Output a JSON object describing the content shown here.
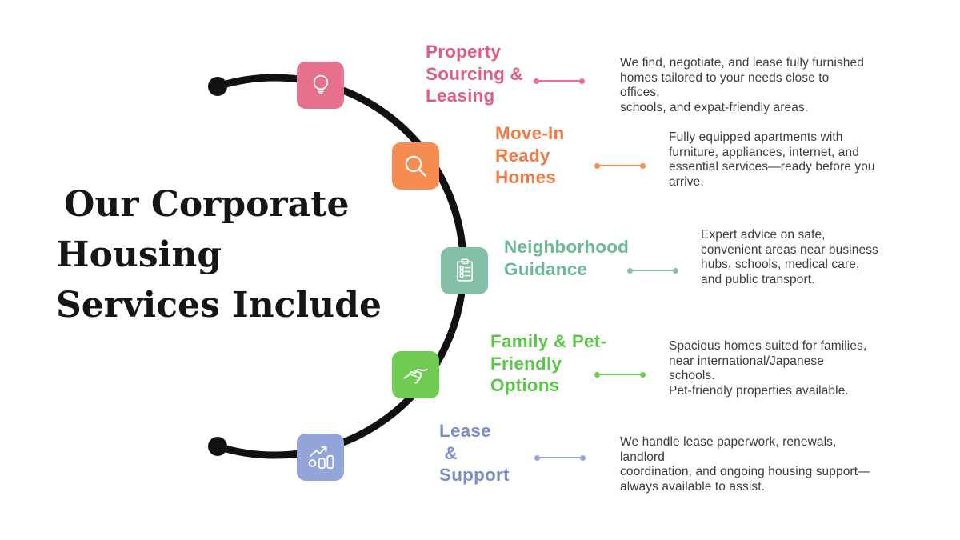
{
  "page": {
    "background": "#ffffff"
  },
  "title": {
    "text": "Our Corporate\nHousing\nServices Include",
    "color": "#161616"
  },
  "arc": {
    "color": "#111111"
  },
  "items": [
    {
      "label": "Property\nSourcing &\nLeasing",
      "label_color": "#e25e81",
      "icon": "lightbulb-icon",
      "icon_color": "#e5718d",
      "description": "We find, negotiate, and lease fully furnished\nhomes tailored to your needs close to offices,\nschools, and expat-friendly areas."
    },
    {
      "label": "Move-In\nReady\nHomes",
      "label_color": "#ee7b45",
      "icon": "magnifier-icon",
      "icon_color": "#f68c52",
      "description": "Fully equipped apartments with\nfurniture, appliances, internet, and\nessential services—ready before you\narrive."
    },
    {
      "label": "Neighborhood\nGuidance",
      "label_color": "#6cb995",
      "icon": "clipboard-checklist-icon",
      "icon_color": "#83c0a6",
      "description": "Expert advice on safe,\nconvenient areas near business\nhubs, schools, medical care,\nand public transport."
    },
    {
      "label": "Family & Pet-\nFriendly\nOptions",
      "label_color": "#5bc748",
      "icon": "handshake-icon",
      "icon_color": "#6fcb51",
      "description": "Spacious homes suited for families,\nnear international/Japanese schools.\nPet-friendly properties available."
    },
    {
      "label": "Lease\n &\nSupport",
      "label_color": "#7a8cc9",
      "icon": "growth-chart-icon",
      "icon_color": "#93a4d9",
      "description": "We handle lease paperwork, renewals, landlord\ncoordination, and ongoing housing support—\nalways available to assist."
    }
  ]
}
